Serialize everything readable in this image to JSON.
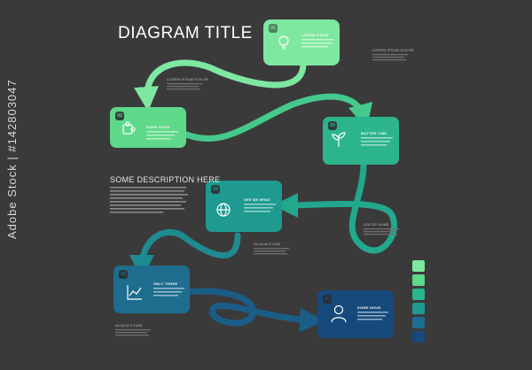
{
  "diagram": {
    "title": "DIAGRAM TITLE",
    "description_title": "SOME DESCRIPTION HERE",
    "steps": [
      {
        "number": "01",
        "label": "LOREM IPSUM",
        "icon": "lightbulb-icon",
        "color": "#7ee8a0"
      },
      {
        "number": "02",
        "label": "SOME NOUN",
        "icon": "puzzle-icon",
        "color": "#5ed98a"
      },
      {
        "number": "03",
        "label": "MATTER TIME",
        "icon": "plant-icon",
        "color": "#2cb58c"
      },
      {
        "number": "04",
        "label": "SEE ME WHAT",
        "icon": "globe-icon",
        "color": "#1e9a90"
      },
      {
        "number": "05",
        "label": "ONLY THREE",
        "icon": "chart-icon",
        "color": "#1e6d8f"
      },
      {
        "number": "06",
        "label": "SOME NOUN",
        "icon": "person-icon",
        "color": "#174a7c"
      }
    ],
    "side_labels": [
      "LOREM IPSUM DOLOR",
      "LOREM IPSUM DOLOR",
      "DOLOR SUME",
      "ALIQUA ETIAM",
      "ALIQUA ETIAM"
    ],
    "palette": [
      "#7ee8a0",
      "#5ed98a",
      "#2cb58c",
      "#1e9a90",
      "#1e6d8f",
      "#174a7c"
    ]
  },
  "watermark": "Adobe Stock | #142803047"
}
